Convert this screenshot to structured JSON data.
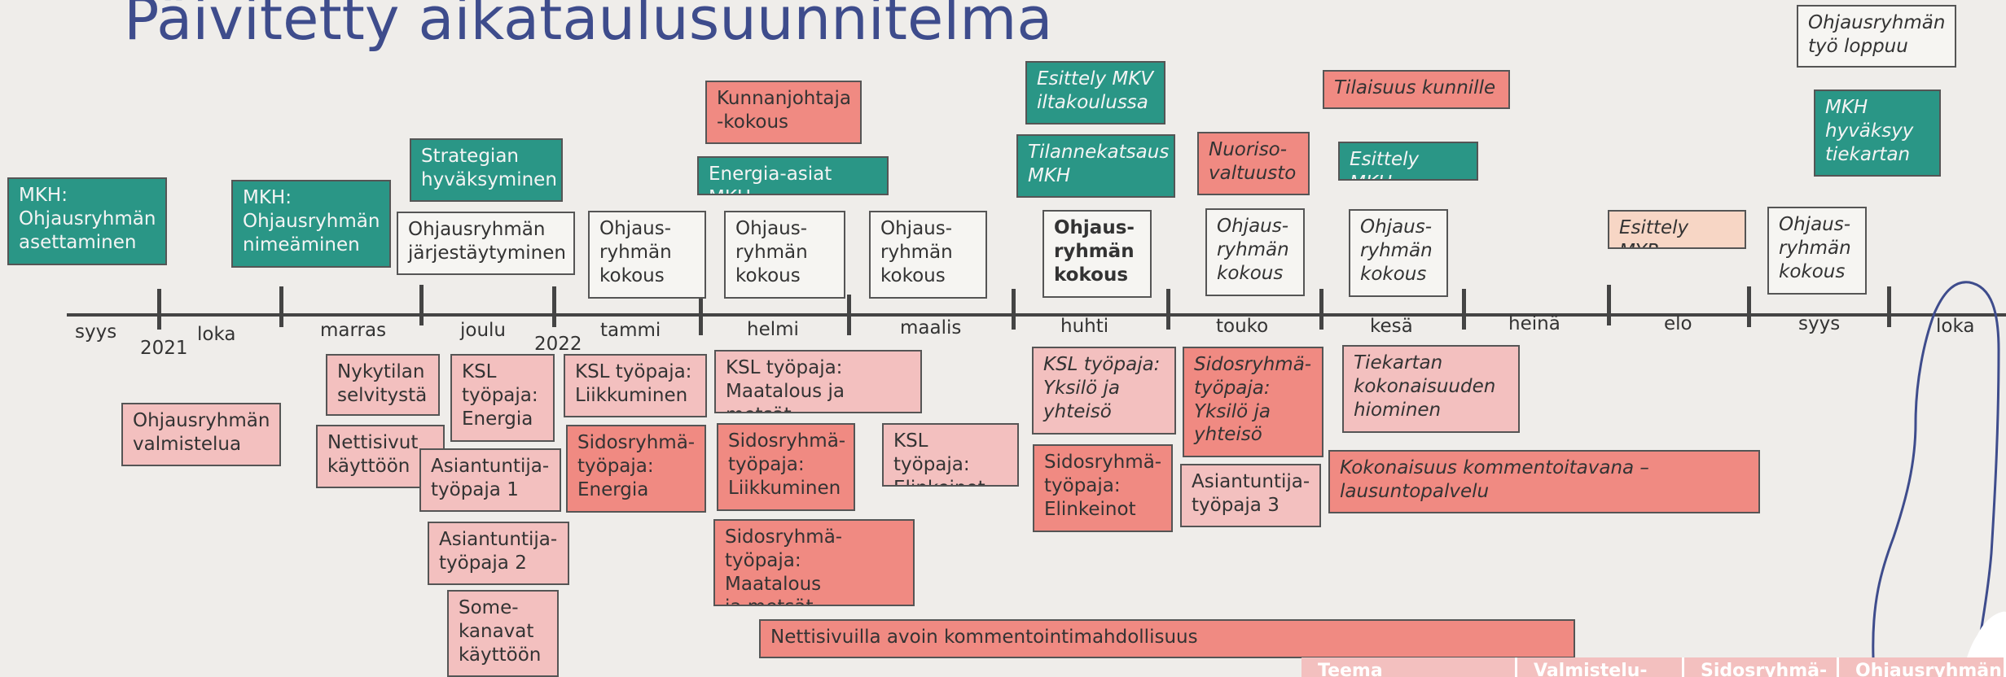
{
  "title": "Päivitetty aikataulusuunnitelma",
  "months": [
    "syys",
    "loka",
    "marras",
    "joulu",
    "tammi",
    "helmi",
    "maalis",
    "huhti",
    "touko",
    "kesä",
    "heinä",
    "elo",
    "syys",
    "loka"
  ],
  "years": [
    "2021",
    "2022"
  ],
  "above": {
    "mkh_asettaminen": "MKH:\nOhjausryhmän\nasettaminen",
    "mkh_nimeaminen": "MKH:\nOhjausryhmän\nnimeäminen",
    "strategian": "Strategian\nhyväksyminen",
    "jarjestaytyminen": "Ohjausryhmän\njärjestäytyminen",
    "kokous_tammi": "Ohjaus-\nryhmän\nkokous",
    "kunnanjohtaja": "Kunnanjohtaja\n-kokous",
    "energia_mkh": "Energia-asiat MKH",
    "kokous_helmi": "Ohjaus-\nryhmän\nkokous",
    "kokous_maalis": "Ohjaus-\nryhmän\nkokous",
    "esittely_mkv": "Esittely MKV\niltakoulussa",
    "tilannekatsaus": "Tilannekatsaus\nMKH",
    "kokous_huhti": "Ohjaus-\nryhmän\nkokous",
    "nuorisovaltuusto": "Nuoriso-\nvaltuusto",
    "kokous_touko": "Ohjaus-\nryhmän\nkokous",
    "tilaisuus": "Tilaisuus kunnille",
    "esittely_mkh": "Esittely MKH",
    "kokous_kesa": "Ohjaus-\nryhmän\nkokous",
    "esittely_myr": "Esittely MYR",
    "tyo_loppuu": "Ohjausryhmän\ntyö loppuu",
    "mkh_hyvaksyy": "MKH\nhyväksyy\ntiekartan",
    "kokous_syys": "Ohjaus-\nryhmän\nkokous"
  },
  "below": {
    "valmistelua": "Ohjausryhmän\nvalmistelua",
    "nykytilan": "Nykytilan\nselvitystä",
    "nettisivut": "Nettisivut\nkäyttöön",
    "ksl_energia": "KSL\ntyöpaja:\nEnergia",
    "asiantuntija1": "Asiantuntija-\ntyöpaja 1",
    "asiantuntija2": "Asiantuntija-\ntyöpaja 2",
    "somekanavat": "Some-\nkanavat\nkäyttöön",
    "ksl_liikkuminen": "KSL työpaja:\nLiikkuminen",
    "sidos_energia": "Sidosryhmä-\ntyöpaja:\nEnergia",
    "ksl_maatalous": "KSL työpaja:\nMaatalous ja metsät",
    "sidos_liikkuminen": "Sidosryhmä-\ntyöpaja:\nLiikkuminen",
    "sidos_maatalous": "Sidosryhmä-\ntyöpaja: Maatalous\nja metsät",
    "ksl_elinkeinot": "KSL työpaja:\nElinkeinot",
    "ksl_yksilo": "KSL työpaja:\nYksilö ja\nyhteisö",
    "sidos_elinkeinot": "Sidosryhmä-\ntyöpaja:\nElinkeinot",
    "sidos_yksilo": "Sidosryhmä-\ntyöpaja:\nYksilö ja\nyhteisö",
    "asiantuntija3": "Asiantuntija-\ntyöpaja 3",
    "tiekartan": "Tiekartan\nkokonaisuuden\nhiominen",
    "kokonaisuus": "Kokonaisuus kommentoitavana –\nlausuntopalvelu",
    "nettisivuilla": "Nettisivuilla avoin kommentointimahdollisuus"
  },
  "table_headers": [
    "Teema",
    "Valmistelu-",
    "Sidosryhmä-",
    "Ohjausryhmän"
  ],
  "colors": {
    "title": "#3e4c8c",
    "teal": "#2a9686",
    "pink": "#f3c0bf",
    "salmon": "#f08a82",
    "peach": "#f7d6c5",
    "curve": "#3e4c8c"
  }
}
